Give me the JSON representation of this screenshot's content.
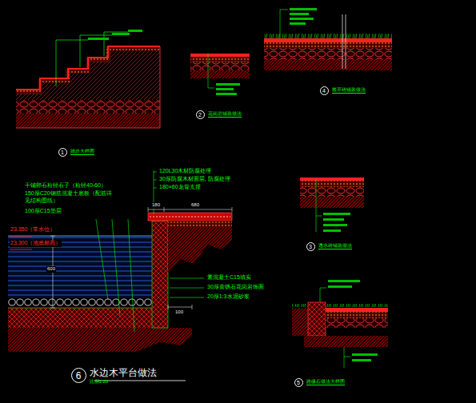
{
  "diagram": {
    "nodes": [
      {
        "text": [
          "1",
          "踏步大样图"
        ]
      },
      {
        "text": [
          "2",
          "花岗岩铺装做法"
        ]
      },
      {
        "text": [
          "4",
          "嵌草砖铺装做法"
        ]
      },
      {
        "text": [
          "6",
          "水边木平台做法",
          "比例1:20"
        ]
      },
      {
        "text": [
          "3",
          "透水砖铺装做法"
        ]
      },
      {
        "text": [
          "5",
          "路缘石做法大样图"
        ]
      }
    ],
    "labels": [
      "120L30木材防腐处理",
      "30厚防腐木材面层, 防腐处理",
      "180×60龙骨支撑",
      "干铺卵石粒径石子（粒径40-60）",
      "150厚C20钢筋混凝土底板（配筋详见结构图纸）",
      "100厚C15垫层",
      "23.350（常水位）",
      "23.300（池底标高）",
      "素混凝土C15填实",
      "30厚黄锈石花岗岩饰面",
      "20厚1:3水泥砂浆",
      "180",
      "680",
      "100",
      "600"
    ]
  }
}
